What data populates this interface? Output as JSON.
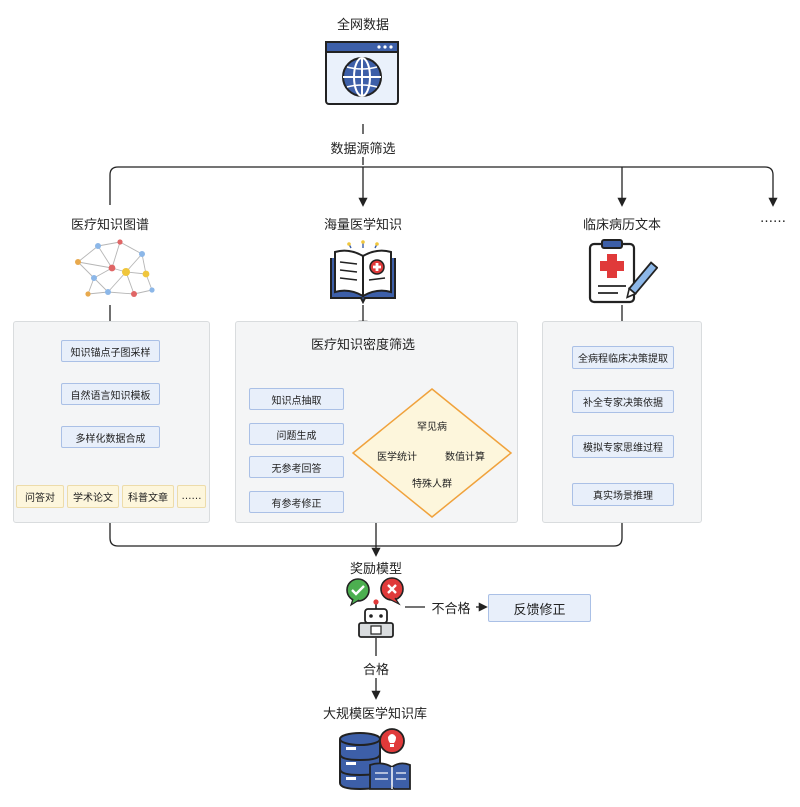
{
  "top": {
    "title": "全网数据",
    "filter_label": "数据源筛选"
  },
  "branches": {
    "kg": {
      "title": "医疗知识图谱",
      "steps": [
        "知识锚点子图采样",
        "自然语言知识模板",
        "多样化数据合成"
      ],
      "outputs": [
        "问答对",
        "学术论文",
        "科普文章",
        "……"
      ]
    },
    "lit": {
      "title": "海量医学知识",
      "panel_title": "医疗知识密度筛选",
      "steps": [
        "知识点抽取",
        "问题生成",
        "无参考回答",
        "有参考修正"
      ],
      "diamond": [
        "罕见病",
        "医学统计",
        "数值计算",
        "特殊人群"
      ]
    },
    "emr": {
      "title": "临床病历文本",
      "steps": [
        "全病程临床决策提取",
        "补全专家决策依据",
        "模拟专家思维过程",
        "真实场景推理"
      ]
    },
    "more": {
      "label": "……"
    }
  },
  "reward": {
    "title": "奖励模型",
    "fail_label": "不合格",
    "fail_target": "反馈修正",
    "pass_label": "合格"
  },
  "output": {
    "title": "大规模医学知识库"
  },
  "colors": {
    "step_fill": "#e8effa",
    "step_border": "#aac0e6",
    "leaf_fill": "#fdf6dc",
    "diamond_border": "#f0a23c",
    "panel_fill": "#f4f5f6",
    "icon_blue": "#3d5fa8",
    "icon_red": "#e03a3a",
    "icon_green": "#4caf50"
  },
  "icons": [
    "globe-browser-icon",
    "knowledge-graph-icon",
    "open-book-icon",
    "medical-clipboard-icon",
    "robot-judge-icon",
    "database-book-icon"
  ]
}
